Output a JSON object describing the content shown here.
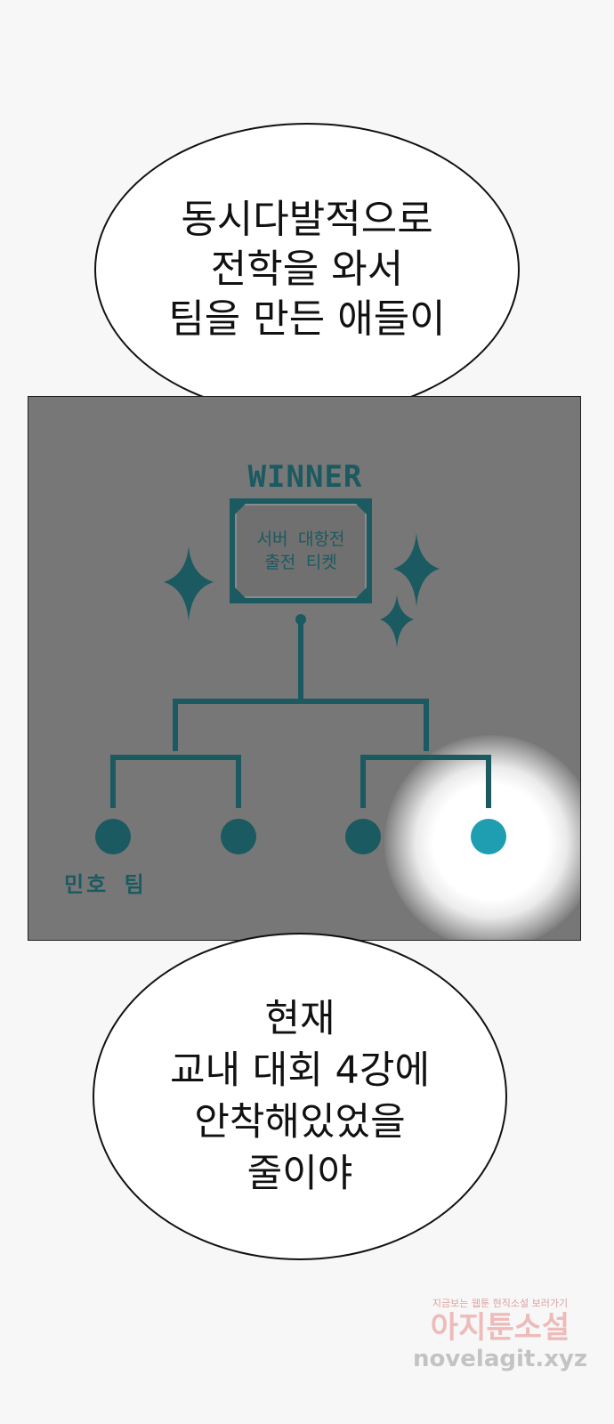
{
  "bubble_top": {
    "lines": [
      "동시다발적으로",
      "전학을 와서",
      "팀을 만든 애들이"
    ]
  },
  "panel": {
    "winner_label": "WINNER",
    "ticket_lines": [
      "서버 대항전",
      "출전 티켓"
    ],
    "team_label": "민호 팀",
    "colors": {
      "dark_teal": "#1a5a60",
      "highlight_teal": "#1e9eb0",
      "panel_gray": "#777777"
    }
  },
  "bubble_bottom": {
    "lines": [
      "현재",
      "교내 대회 4강에",
      "안착해있었을",
      "줄이야"
    ]
  },
  "watermark": {
    "top_text": "지금보는 웹툰 현직소설 보러가기",
    "main_text": "아지툰소설",
    "url": "novelagit.xyz"
  }
}
